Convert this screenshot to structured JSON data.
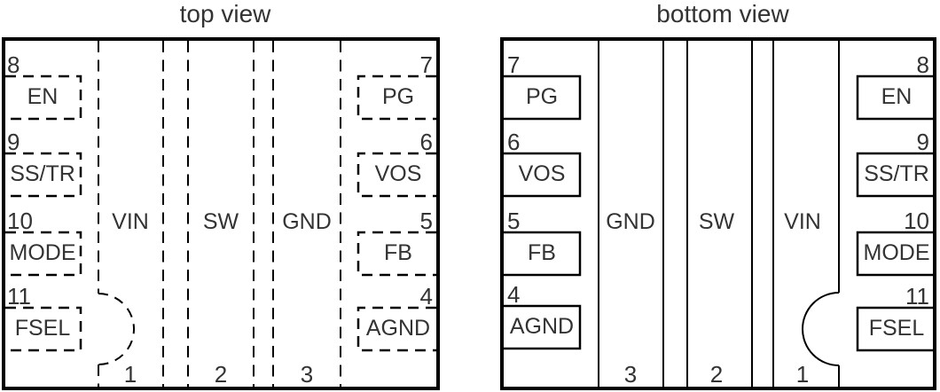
{
  "colors": {
    "line": "#000000",
    "text": "#333333",
    "background": "#ffffff"
  },
  "top_view": {
    "title": "top view",
    "columns": [
      {
        "label": "VIN",
        "number": "1"
      },
      {
        "label": "SW",
        "number": "2"
      },
      {
        "label": "GND",
        "number": "3"
      }
    ],
    "left_pins": [
      {
        "number": "8",
        "label": "EN"
      },
      {
        "number": "9",
        "label": "SS/TR"
      },
      {
        "number": "10",
        "label": "MODE"
      },
      {
        "number": "11",
        "label": "FSEL"
      }
    ],
    "right_pins": [
      {
        "number": "7",
        "label": "PG"
      },
      {
        "number": "6",
        "label": "VOS"
      },
      {
        "number": "5",
        "label": "FB"
      },
      {
        "number": "4",
        "label": "AGND"
      }
    ]
  },
  "bottom_view": {
    "title": "bottom view",
    "columns": [
      {
        "label": "GND",
        "number": "3"
      },
      {
        "label": "SW",
        "number": "2"
      },
      {
        "label": "VIN",
        "number": "1"
      }
    ],
    "left_pins": [
      {
        "number": "7",
        "label": "PG"
      },
      {
        "number": "6",
        "label": "VOS"
      },
      {
        "number": "5",
        "label": "FB"
      },
      {
        "number": "4",
        "label": "AGND"
      }
    ],
    "right_pins": [
      {
        "number": "8",
        "label": "EN"
      },
      {
        "number": "9",
        "label": "SS/TR"
      },
      {
        "number": "10",
        "label": "MODE"
      },
      {
        "number": "11",
        "label": "FSEL"
      }
    ]
  }
}
